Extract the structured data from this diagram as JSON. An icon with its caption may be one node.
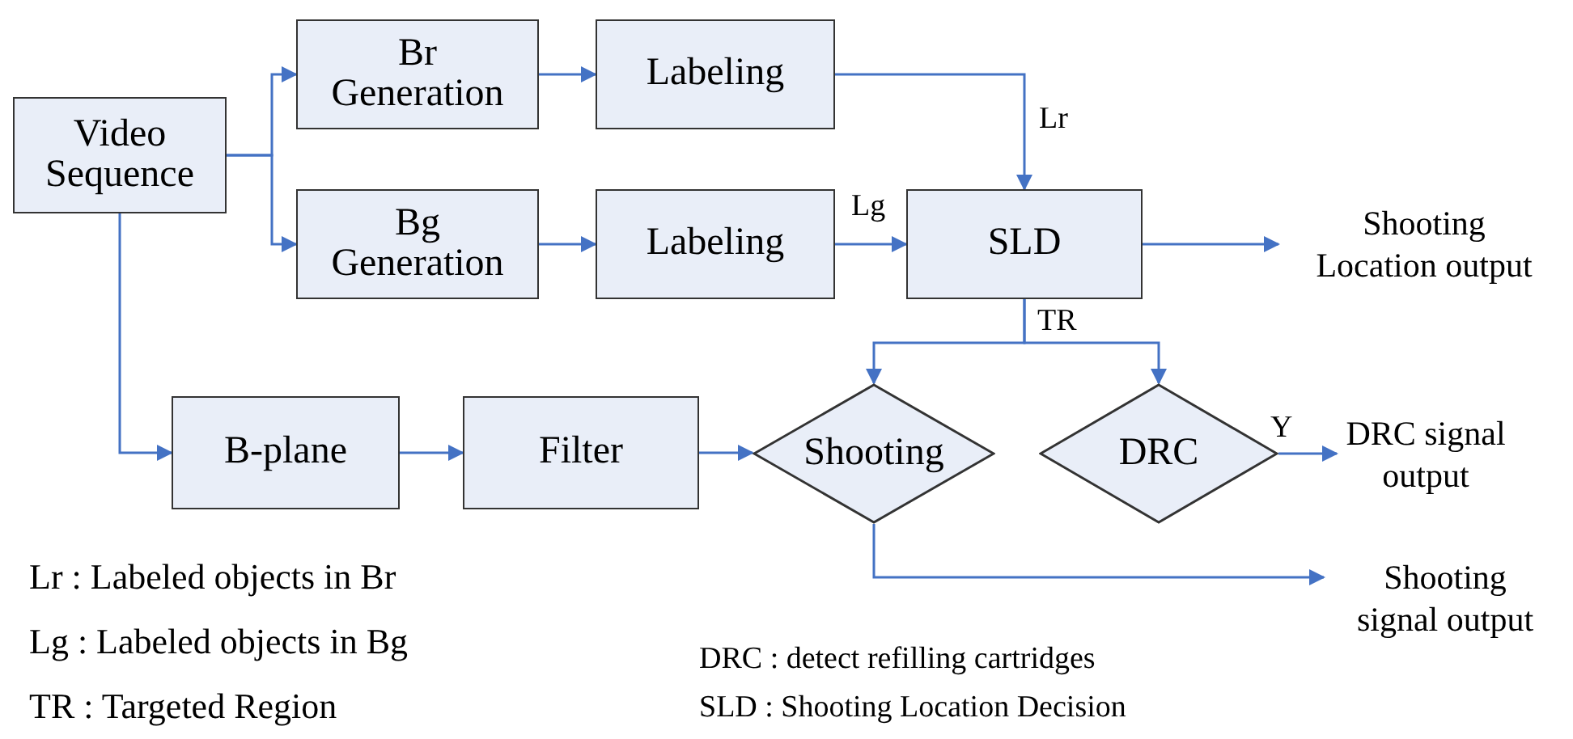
{
  "diagram": {
    "nodes": [
      {
        "text": [
          "Video Sequence"
        ]
      },
      {
        "text": [
          "Br Generation"
        ]
      },
      {
        "text": [
          "Labeling"
        ]
      },
      {
        "text": [
          "Bg Generation"
        ]
      },
      {
        "text": [
          "Labeling"
        ]
      },
      {
        "text": [
          "SLD"
        ]
      },
      {
        "text": [
          "B-plane"
        ]
      },
      {
        "text": [
          "Filter"
        ]
      },
      {
        "text": [
          "Shooting"
        ]
      },
      {
        "text": [
          "DRC"
        ]
      },
      {
        "text": [
          "Shooting Location output"
        ]
      },
      {
        "text": [
          "DRC signal output"
        ]
      },
      {
        "text": [
          "Shooting signal output"
        ]
      }
    ],
    "edges": [
      {
        "from": 0,
        "to": 1,
        "arrow": "to"
      },
      {
        "from": 0,
        "to": 3,
        "arrow": "to"
      },
      {
        "from": 0,
        "to": 6,
        "arrow": "to"
      },
      {
        "from": 1,
        "to": 2,
        "arrow": "to"
      },
      {
        "from": 3,
        "to": 4,
        "arrow": "to"
      },
      {
        "from": 2,
        "to": 5,
        "label": "Lr",
        "arrow": "to"
      },
      {
        "from": 4,
        "to": 5,
        "label": "Lg",
        "arrow": "to"
      },
      {
        "from": 5,
        "to": 10,
        "arrow": "to"
      },
      {
        "from": 5,
        "to": 8,
        "label": "TR",
        "arrow": "to"
      },
      {
        "from": 5,
        "to": 9,
        "arrow": "to"
      },
      {
        "from": 6,
        "to": 7,
        "arrow": "to"
      },
      {
        "from": 7,
        "to": 8,
        "arrow": "to"
      },
      {
        "from": 9,
        "to": 11,
        "label": "Y",
        "arrow": "to"
      },
      {
        "from": 8,
        "to": 12,
        "arrow": "to"
      }
    ],
    "labels": [
      "Lr : Labeled objects in Br",
      "Lg : Labeled objects in Bg",
      "TR : Targeted Region",
      "DRC : detect refilling cartridges",
      "SLD : Shooting Location Decision"
    ]
  }
}
